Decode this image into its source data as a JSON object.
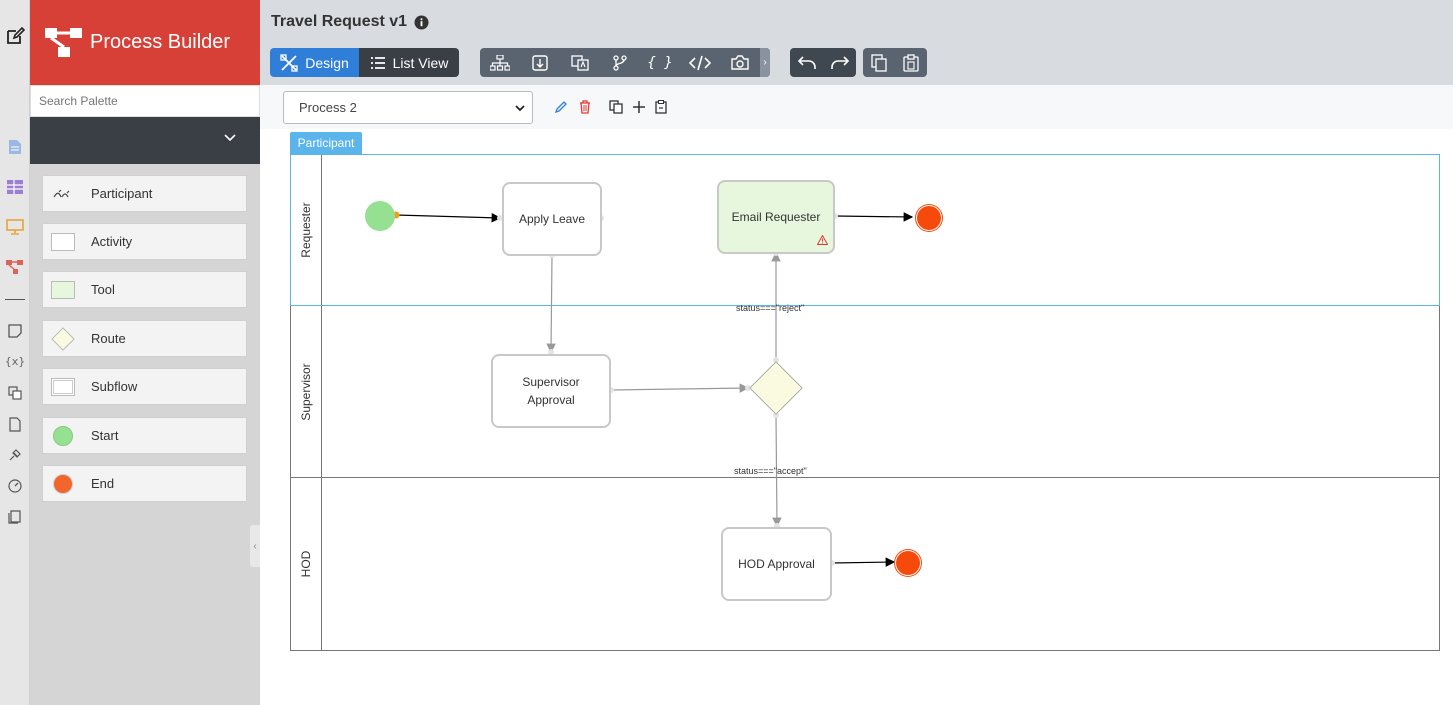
{
  "app": {
    "brand_title": "Process Builder",
    "page_title": "Travel Request v1"
  },
  "rail": {
    "icons": [
      "edit-icon",
      "form-icon",
      "datalist-icon",
      "userview-icon",
      "process-icon",
      "note-icon",
      "variable-icon",
      "translate-icon",
      "document-icon",
      "plugin-icon",
      "performance-icon",
      "api-icon"
    ]
  },
  "palette": {
    "search_placeholder": "Search Palette",
    "items": [
      {
        "label": "Participant",
        "icon": "participant-icon"
      },
      {
        "label": "Activity",
        "icon": "activity-icon"
      },
      {
        "label": "Tool",
        "icon": "tool-icon"
      },
      {
        "label": "Route",
        "icon": "route-icon"
      },
      {
        "label": "Subflow",
        "icon": "subflow-icon"
      },
      {
        "label": "Start",
        "icon": "start-icon"
      },
      {
        "label": "End",
        "icon": "end-icon"
      }
    ]
  },
  "toolbar": {
    "design_label": "Design",
    "listview_label": "List View"
  },
  "subbar": {
    "process_selected": "Process 2"
  },
  "diagram": {
    "pool_label": "Participant",
    "lanes": [
      "Requester",
      "Supervisor",
      "HOD"
    ],
    "activities": {
      "apply_leave": "Apply Leave",
      "email_requester": "Email Requester",
      "supervisor_approval": "Supervisor Approval",
      "hod_approval": "HOD Approval"
    },
    "conditions": {
      "reject": "status===\"reject\"",
      "accept": "status===\"accept\""
    }
  },
  "colors": {
    "brand": "#d64036",
    "design_active": "#2f7ed8",
    "start": "#96e191",
    "end": "#f64a0d",
    "tool_fill": "#e6f7de",
    "route_fill": "#fafae0",
    "lane_selected": "#5bb4ea"
  }
}
